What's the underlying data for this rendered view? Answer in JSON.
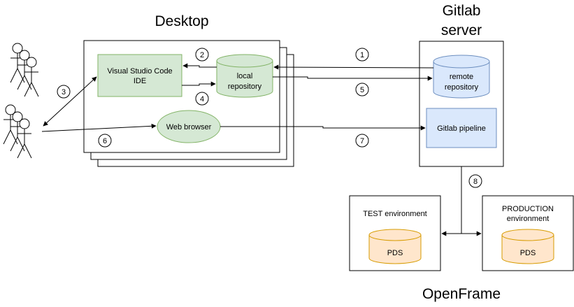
{
  "titles": {
    "desktop": "Desktop",
    "gitlab_line1": "Gitlab",
    "gitlab_line2": "server",
    "openframe": "OpenFrame"
  },
  "nodes": {
    "vscode_line1": "Visual Studio Code",
    "vscode_line2": "IDE",
    "local_repo_line1": "local",
    "local_repo_line2": "repository",
    "web_browser": "Web browser",
    "remote_repo_line1": "remote",
    "remote_repo_line2": "repository",
    "gitlab_pipeline": "Gitlab pipeline",
    "test_env": "TEST environment",
    "test_pds": "PDS",
    "prod_env_line1": "PRODUCTION",
    "prod_env_line2": "environment",
    "prod_pds": "PDS"
  },
  "steps": [
    "1",
    "2",
    "3",
    "4",
    "5",
    "6",
    "7",
    "8"
  ],
  "colors": {
    "green_fill": "#d5e8d4",
    "green_stroke": "#82b366",
    "blue_fill": "#dae8fc",
    "blue_stroke": "#6c8ebf",
    "orange_fill": "#ffe6cc",
    "orange_stroke": "#d79b00"
  }
}
